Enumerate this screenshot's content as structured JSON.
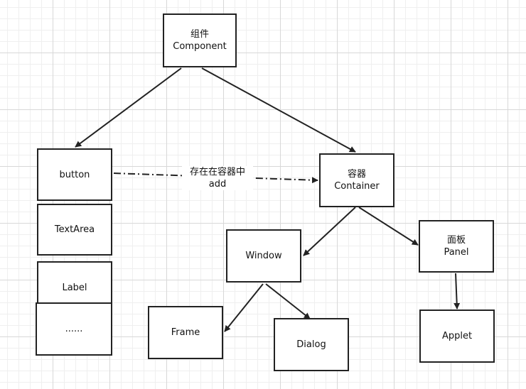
{
  "nodes": {
    "component": {
      "line1": "组件",
      "line2": "Component"
    },
    "button": {
      "label": "button"
    },
    "textarea": {
      "label": "TextArea"
    },
    "label": {
      "label": "Label"
    },
    "ellipsis": {
      "label": "......"
    },
    "container": {
      "line1": "容器",
      "line2": "Container"
    },
    "window": {
      "label": "Window"
    },
    "panel": {
      "line1": "面板",
      "line2": "Panel"
    },
    "frame": {
      "label": "Frame"
    },
    "dialog": {
      "label": "Dialog"
    },
    "applet": {
      "label": "Applet"
    }
  },
  "edge_label": {
    "line1": "存在在容器中",
    "line2": "add"
  },
  "edges": [
    {
      "from": "component",
      "to": "button",
      "style": "solid"
    },
    {
      "from": "component",
      "to": "container",
      "style": "solid"
    },
    {
      "from": "button",
      "to": "container",
      "style": "dash-dot"
    },
    {
      "from": "container",
      "to": "window",
      "style": "solid"
    },
    {
      "from": "container",
      "to": "panel",
      "style": "solid"
    },
    {
      "from": "window",
      "to": "frame",
      "style": "solid"
    },
    {
      "from": "window",
      "to": "dialog",
      "style": "solid"
    },
    {
      "from": "panel",
      "to": "applet",
      "style": "solid"
    }
  ],
  "colors": {
    "stroke": "#222222",
    "grid": "#d8d8d8",
    "background": "#ffffff"
  }
}
